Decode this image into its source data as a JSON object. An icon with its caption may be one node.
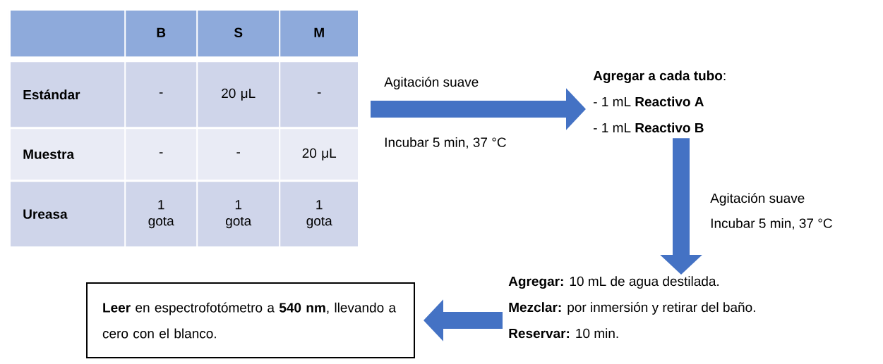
{
  "diagram": {
    "nodes": [
      {
        "text": [],
        "shape": "box"
      },
      {
        "text": [
          "**Agregar a cada tubo**:",
          "-    1 mL **Reactivo A**",
          "-    1 mL **Reactivo B**"
        ]
      },
      {
        "text": [
          "**Agregar:** 10 mL de agua destilada.",
          "**Mezclar:** por inmersión y retirar del baño.",
          "**Reservar:** 10 min."
        ]
      },
      {
        "text": [
          "**Leer** en espectrofotómetro a **540 nm**, llevando a cero con el blanco."
        ]
      }
    ],
    "edges": [
      {
        "from": 0,
        "to": 1,
        "arrow": "to",
        "label": "Agitación suave"
      },
      {
        "from": 1,
        "to": 2,
        "arrow": "to",
        "label": "Agitación suave"
      },
      {
        "from": 2,
        "to": 3,
        "arrow": "to"
      }
    ],
    "labels": [
      "B",
      "S",
      "M",
      "Estándar",
      "-",
      "20 μL",
      "-",
      "Muestra",
      "-",
      "-",
      "20 μL",
      "Ureasa",
      "1 gota",
      "1 gota",
      "1 gota",
      "Incubar 5 min, 37 °C",
      "Incubar 5 min, 37 °C"
    ]
  }
}
